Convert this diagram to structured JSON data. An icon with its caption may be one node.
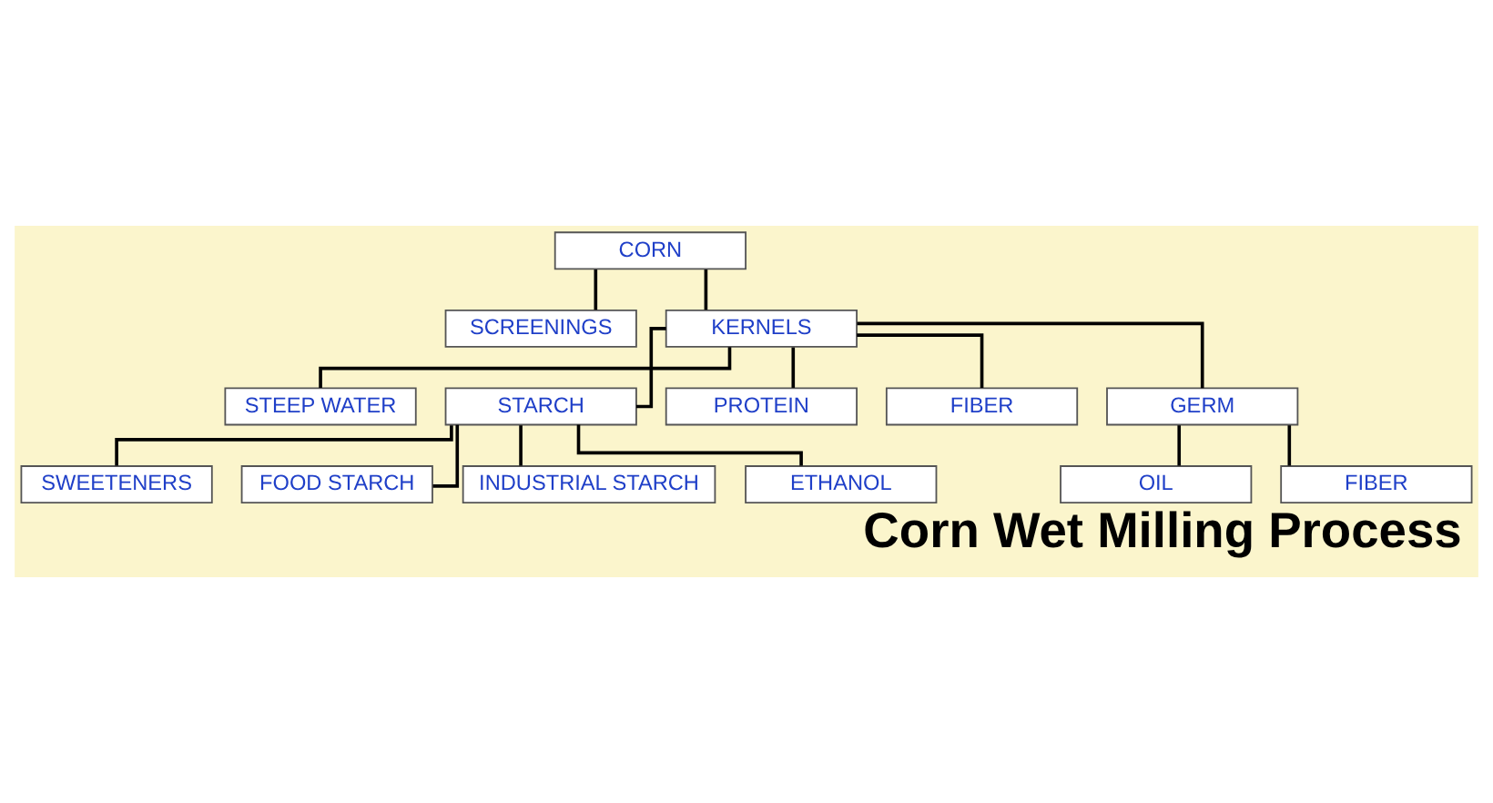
{
  "diagram": {
    "title": "Corn Wet Milling Process",
    "nodes": [
      {
        "text": [
          "CORN"
        ]
      },
      {
        "text": [
          "SCREENINGS"
        ]
      },
      {
        "text": [
          "KERNELS"
        ]
      },
      {
        "text": [
          "STEEP WATER"
        ]
      },
      {
        "text": [
          "STARCH"
        ]
      },
      {
        "text": [
          "PROTEIN"
        ]
      },
      {
        "text": [
          "FIBER"
        ]
      },
      {
        "text": [
          "GERM"
        ]
      },
      {
        "text": [
          "OIL"
        ]
      },
      {
        "text": [
          "FIBER"
        ]
      },
      {
        "text": [
          "SWEETENERS"
        ]
      },
      {
        "text": [
          "FOOD STARCH"
        ]
      },
      {
        "text": [
          "INDUSTRIAL STARCH"
        ]
      },
      {
        "text": [
          "ETHANOL"
        ]
      }
    ],
    "edges": [
      {
        "from": 0,
        "to": 1,
        "arrow": "none"
      },
      {
        "from": 0,
        "to": 2,
        "arrow": "none"
      },
      {
        "from": 2,
        "to": 3,
        "arrow": "none"
      },
      {
        "from": 2,
        "to": 4,
        "arrow": "none"
      },
      {
        "from": 2,
        "to": 5,
        "arrow": "none"
      },
      {
        "from": 2,
        "to": 6,
        "arrow": "none"
      },
      {
        "from": 2,
        "to": 7,
        "arrow": "none"
      },
      {
        "from": 7,
        "to": 8,
        "arrow": "none"
      },
      {
        "from": 7,
        "to": 9,
        "arrow": "none"
      },
      {
        "from": 4,
        "to": 10,
        "arrow": "none"
      },
      {
        "from": 4,
        "to": 11,
        "arrow": "none"
      },
      {
        "from": 4,
        "to": 12,
        "arrow": "none"
      },
      {
        "from": 4,
        "to": 13,
        "arrow": "none"
      }
    ]
  }
}
